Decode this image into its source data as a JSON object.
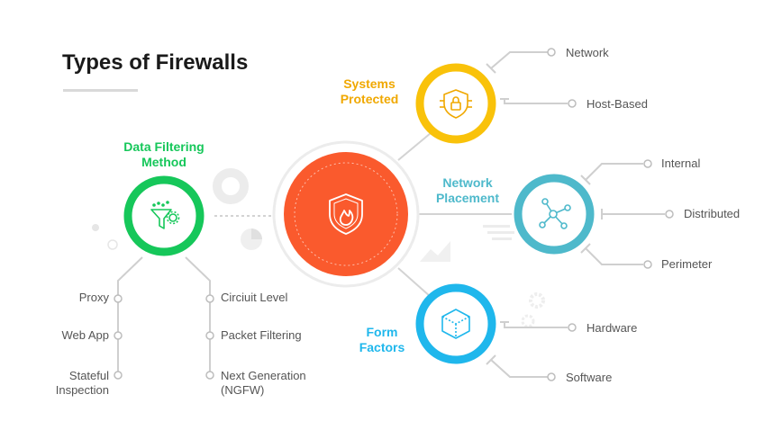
{
  "title": "Types of Firewalls",
  "colors": {
    "center": "#fa5a2d",
    "data_filtering": "#16c75a",
    "systems_protected": "#f9c20a",
    "network_placement": "#4eb9cb",
    "form_factors": "#1fb7ec",
    "connector": "#cfcfcf",
    "leaf_text": "#555555"
  },
  "center": {
    "icon": "shield-fire-icon"
  },
  "categories": {
    "data_filtering": {
      "label_line1": "Data Filtering",
      "label_line2": "Method",
      "icon": "funnel-gear-icon",
      "left_leaves": [
        "Proxy",
        "Web App",
        "Stateful",
        "Inspection"
      ],
      "right_leaves": [
        "Circiuit Level",
        "Packet Filtering",
        "Next Generation",
        "(NGFW)"
      ]
    },
    "systems_protected": {
      "label_line1": "Systems",
      "label_line2": "Protected",
      "icon": "shield-lock-icon",
      "leaves": [
        "Network",
        "Host-Based"
      ]
    },
    "network_placement": {
      "label_line1": "Network",
      "label_line2": "Placement",
      "icon": "network-nodes-icon",
      "leaves": [
        "Internal",
        "Distributed",
        "Perimeter"
      ]
    },
    "form_factors": {
      "label_line1": "Form",
      "label_line2": "Factors",
      "icon": "cube-icon",
      "leaves": [
        "Hardware",
        "Software"
      ]
    }
  }
}
